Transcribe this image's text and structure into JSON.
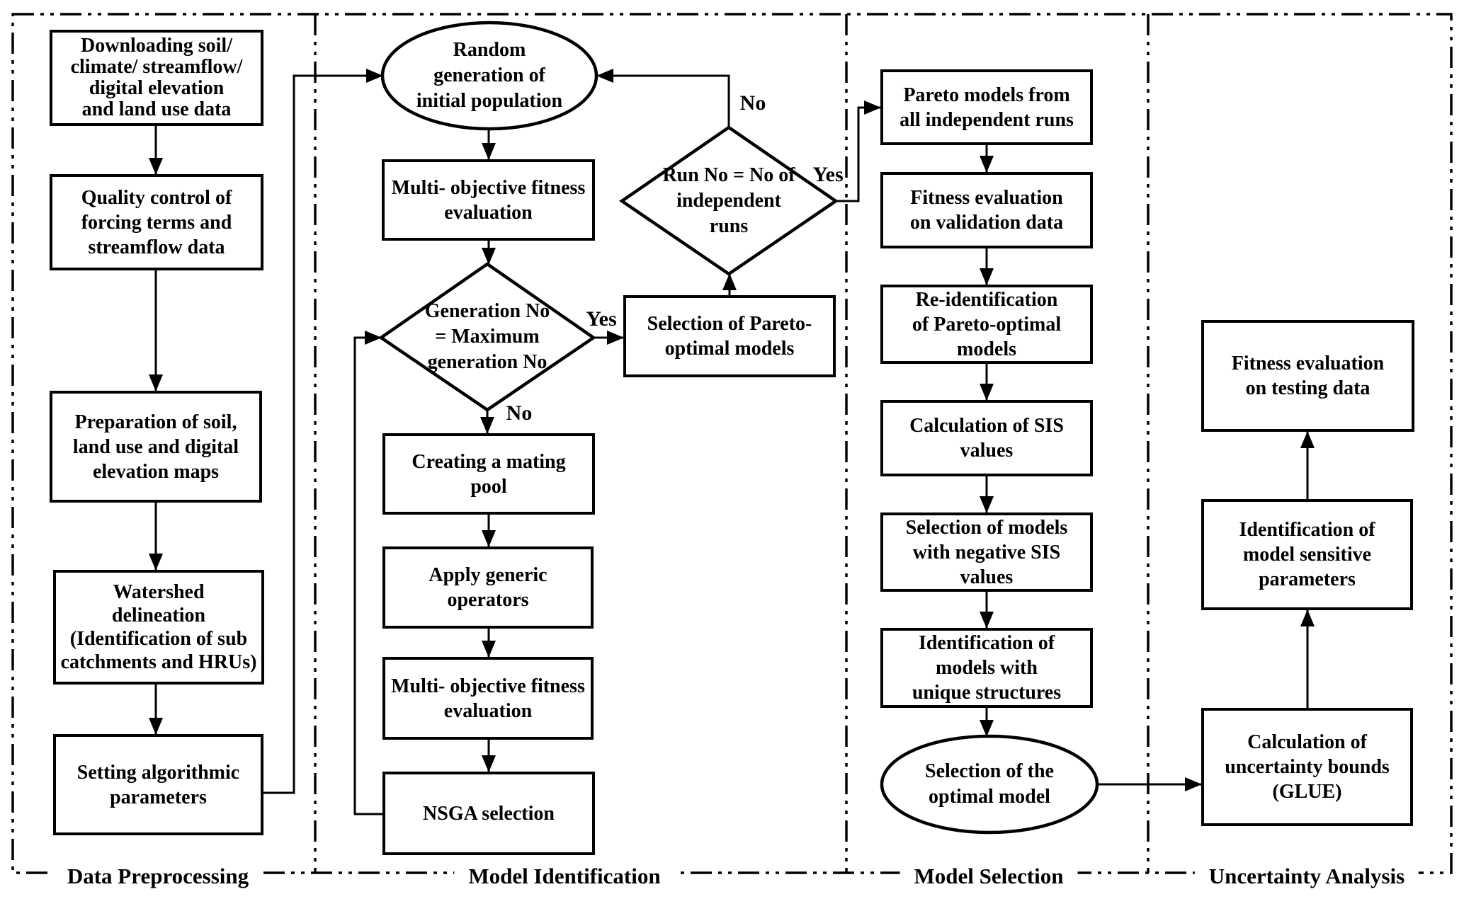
{
  "colors": {
    "ink": "#000000",
    "paper": "#ffffff"
  },
  "sections": {
    "data_preprocessing": "Data Preprocessing",
    "model_identification": "Model Identification",
    "model_selection": "Model Selection",
    "uncertainty_analysis": "Uncertainty Analysis"
  },
  "nodes": {
    "download": "Downloading soil/\nclimate/ streamflow/\ndigital elevation\nand land use data",
    "quality_control": "Quality control of\nforcing terms and\nstreamflow data",
    "preparation_maps": "Preparation of soil,\nland use and digital\nelevation maps",
    "watershed": "Watershed\ndelineation\n(Identification of sub\ncatchments and HRUs)",
    "setting_params": "Setting algorithmic\nparameters",
    "random_generation": "Random\ngeneration of\ninitial population",
    "fitness_eval_1": "Multi- objective fitness\nevaluation",
    "generation_check": "Generation No\n= Maximum\ngeneration No",
    "creating_pool": "Creating a mating\npool",
    "generic_operators": "Apply generic\noperators",
    "fitness_eval_2": "Multi- objective fitness\nevaluation",
    "nsga_selection": "NSGA selection",
    "pareto_selection": "Selection of Pareto-\noptimal models",
    "run_check": "Run No = No of\nindependent\nruns",
    "pareto_models": "Pareto models from\nall independent runs",
    "fitness_validation": "Fitness evaluation\non validation data",
    "reidentification": "Re-identification\nof Pareto-optimal\nmodels",
    "sis_calculation": "Calculation of SIS\nvalues",
    "sis_negative": "Selection of models\nwith negative SIS\nvalues",
    "unique_structures": "Identification of\nmodels with\nunique structures",
    "optimal_model": "Selection of the\noptimal model",
    "fitness_testing": "Fitness evaluation\non testing data",
    "sensitive_params": "Identification of\nmodel sensitive\nparameters",
    "glue_bounds": "Calculation of\nuncertainty bounds\n(GLUE)"
  },
  "edge_labels": {
    "generation_yes": "Yes",
    "generation_no": "No",
    "run_yes": "Yes",
    "run_no": "No"
  }
}
